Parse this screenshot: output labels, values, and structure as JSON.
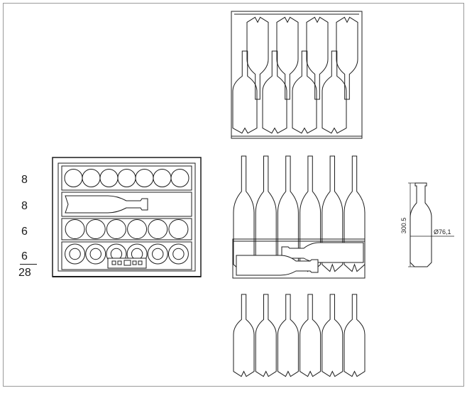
{
  "shelf_counts": [
    "8",
    "8",
    "6",
    "6"
  ],
  "total": "28",
  "bottle_height": "300.5",
  "bottle_diameter": "Ø76,1",
  "colors": {
    "line": "#1c1c1c",
    "frame": "#3a3a3a",
    "gray": "#888888"
  }
}
